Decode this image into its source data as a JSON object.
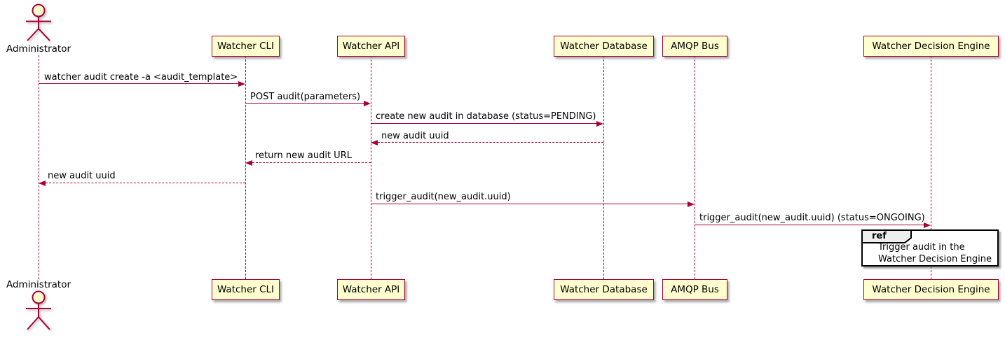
{
  "diagram": {
    "type": "sequence-diagram",
    "actor": {
      "name": "Administrator"
    },
    "participants": [
      {
        "label": "Watcher CLI"
      },
      {
        "label": "Watcher API"
      },
      {
        "label": "Watcher Database"
      },
      {
        "label": "AMQP Bus"
      },
      {
        "label": "Watcher Decision Engine"
      }
    ],
    "messages": [
      {
        "from": "Administrator",
        "to": "Watcher CLI",
        "style": "solid",
        "label": "watcher audit create -a <audit_template>"
      },
      {
        "from": "Watcher CLI",
        "to": "Watcher API",
        "style": "solid",
        "label": "POST audit(parameters)"
      },
      {
        "from": "Watcher API",
        "to": "Watcher Database",
        "style": "solid",
        "label": "create new audit in database (status=PENDING)"
      },
      {
        "from": "Watcher Database",
        "to": "Watcher API",
        "style": "dashed",
        "label": "new audit uuid"
      },
      {
        "from": "Watcher API",
        "to": "Watcher CLI",
        "style": "dashed",
        "label": "return new audit URL"
      },
      {
        "from": "Watcher CLI",
        "to": "Administrator",
        "style": "dashed",
        "label": "new audit uuid"
      },
      {
        "from": "Watcher API",
        "to": "AMQP Bus",
        "style": "solid",
        "label": "trigger_audit(new_audit.uuid)"
      },
      {
        "from": "AMQP Bus",
        "to": "Watcher Decision Engine",
        "style": "solid",
        "label": "trigger_audit(new_audit.uuid) (status=ONGOING)"
      }
    ],
    "ref": {
      "keyword": "ref",
      "line1": "Trigger audit in the",
      "line2": "Watcher Decision Engine"
    },
    "colors": {
      "participant_fill": "#FEFECE",
      "accent": "#A80036",
      "text": "#000000",
      "ref_header_fill": "#EEEEEE",
      "ref_border": "#000000"
    }
  }
}
